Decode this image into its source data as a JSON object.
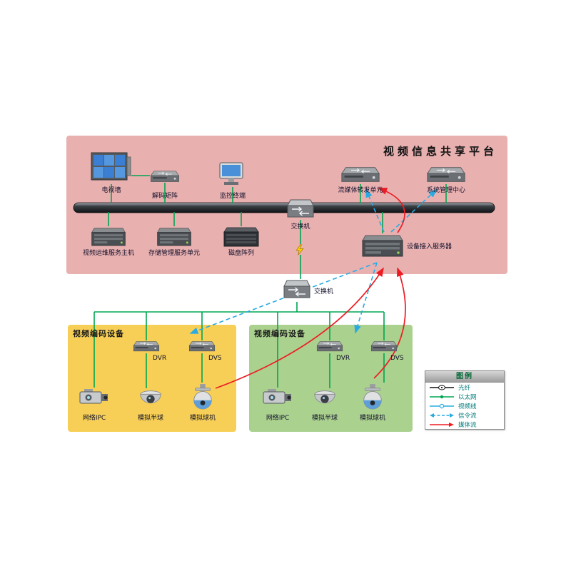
{
  "platform": {
    "title": "视频信息共享平台"
  },
  "regions": {
    "left_encoder": {
      "title": "视频编码设备"
    },
    "right_encoder": {
      "title": "视频编码设备"
    }
  },
  "nodes": {
    "tvwall": "电视墙",
    "decoder": "解码矩阵",
    "terminal": "监控终端",
    "streaming": "流媒体转发单元",
    "sysmgmt": "系统管理中心",
    "opshost": "视频运维服务主机",
    "storage": "存储管理服务单元",
    "diskarray": "磁盘阵列",
    "switch1": "交换机",
    "access": "设备接入服务器",
    "switch2": "交换机",
    "dvr_left": "DVR",
    "dvs_left": "DVS",
    "ipc_left": "网络IPC",
    "dome_left": "模拟半球",
    "ptz_left": "模拟球机",
    "dvr_right": "DVR",
    "dvs_right": "DVS",
    "ipc_right": "网络IPC",
    "dome_right": "模拟半球",
    "ptz_right": "模拟球机"
  },
  "legend": {
    "title": "图例",
    "items": [
      {
        "label": "光纤",
        "type": "fiber",
        "color": "#111111"
      },
      {
        "label": "以太网",
        "type": "ethernet",
        "color": "#00a651"
      },
      {
        "label": "视频线",
        "type": "video",
        "color": "#29abe2"
      },
      {
        "label": "信令流",
        "type": "signal",
        "color": "#29abe2"
      },
      {
        "label": "媒体流",
        "type": "media",
        "color": "#ed1c24"
      }
    ]
  },
  "icons": {
    "tvwall": "tv-wall-icon",
    "decoder": "flat-device-icon",
    "terminal": "desktop-monitor-icon",
    "streaming": "flat-device-icon",
    "sysmgmt": "flat-device-icon",
    "opshost": "server-box-icon",
    "storage": "server-box-icon",
    "diskarray": "disk-array-icon",
    "switch": "network-switch-icon",
    "access": "server-box-icon",
    "dvr": "flat-device-icon",
    "dvs": "flat-device-icon",
    "ipc": "box-camera-icon",
    "dome": "dome-camera-icon",
    "ptz": "ptz-camera-icon",
    "link_break": "lightning-icon"
  },
  "colors": {
    "platform_bg": "#e9b0b0",
    "left_region_bg": "#f7cf56",
    "right_region_bg": "#abd18f",
    "ethernet": "#00a651",
    "signal": "#29abe2",
    "media": "#ed1c24",
    "bus": "#2b2f33"
  }
}
